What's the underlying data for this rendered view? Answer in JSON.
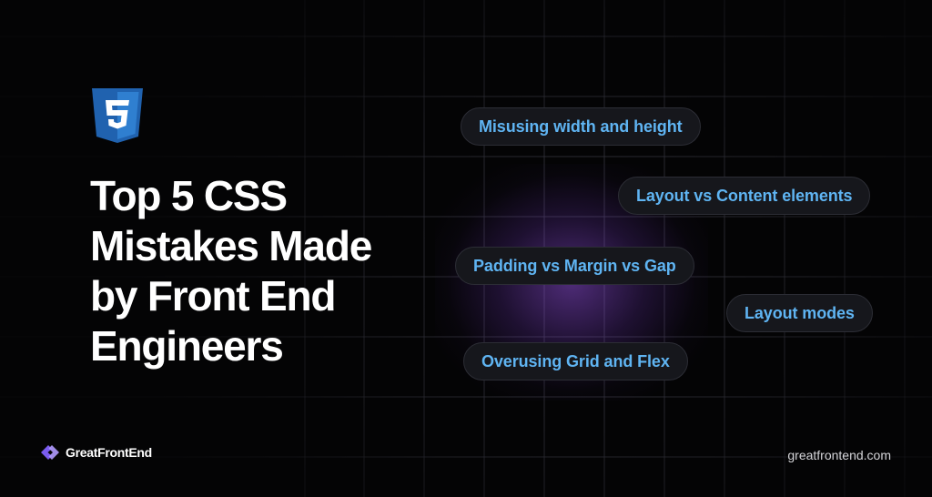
{
  "headline": {
    "lines": [
      "Top 5 CSS",
      "Mistakes Made",
      "by Front End",
      "Engineers"
    ]
  },
  "topics": [
    "Misusing width and height",
    "Layout vs Content elements",
    "Padding vs Margin vs Gap",
    "Layout modes",
    "Overusing Grid and Flex"
  ],
  "brand": {
    "name": "GreatFrontEnd",
    "url": "greatfrontend.com"
  },
  "icons": {
    "tech_logo": "css3-icon",
    "brand_logo": "greatfrontend-logo-icon"
  },
  "colors": {
    "background": "#040405",
    "headline": "#ffffff",
    "pill_text": "#5fb4f2",
    "pill_background": "#16171c",
    "css_blue": "#2a6db6",
    "brand_purple": "#8b6cf6",
    "glow_purple": "#7c44be"
  }
}
